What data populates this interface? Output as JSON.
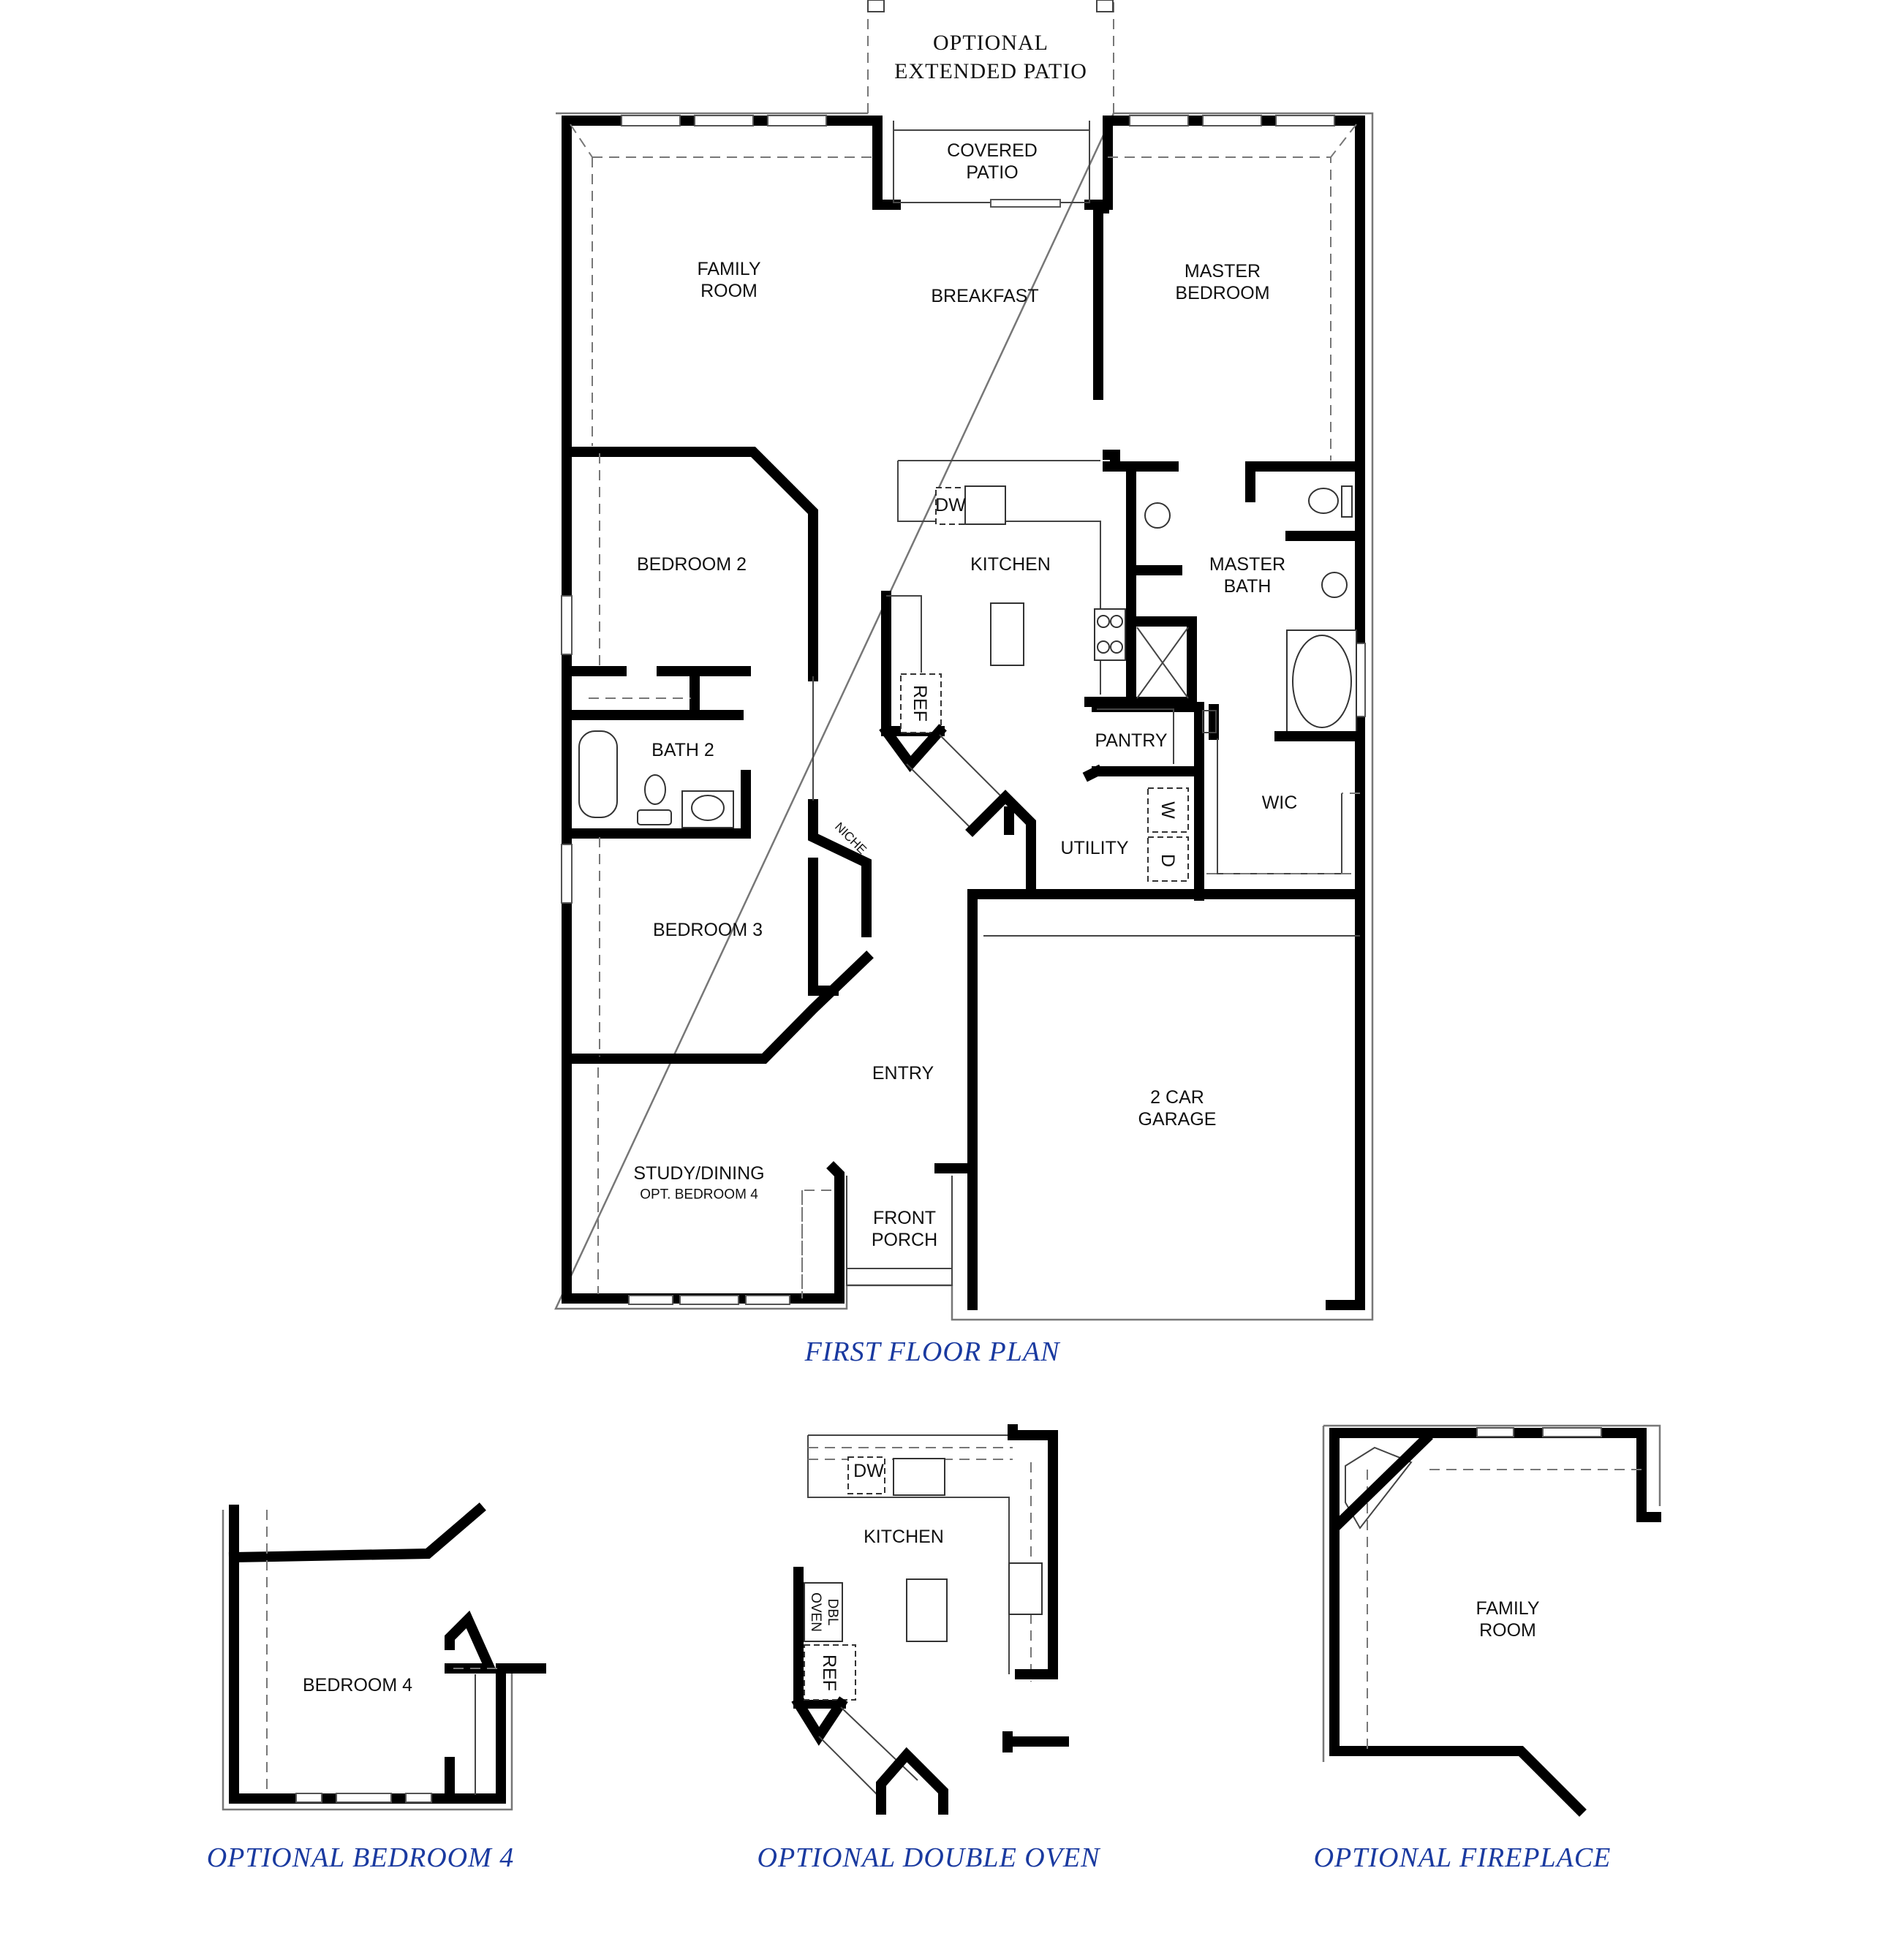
{
  "colors": {
    "title_blue": "#1a3aa0",
    "wall": "#000000",
    "line": "#444444"
  },
  "main_plan": {
    "title": "FIRST FLOOR PLAN",
    "rooms": {
      "optional_extended_patio": "OPTIONAL\nEXTENDED PATIO",
      "covered_patio": "COVERED\nPATIO",
      "family_room": "FAMILY\nROOM",
      "breakfast": "BREAKFAST",
      "master_bedroom": "MASTER\nBEDROOM",
      "kitchen": "KITCHEN",
      "master_bath": "MASTER\nBATH",
      "bedroom_2": "BEDROOM 2",
      "bath_2": "BATH 2",
      "pantry": "PANTRY",
      "wic": "WIC",
      "utility": "UTILITY",
      "bedroom_3": "BEDROOM 3",
      "entry": "ENTRY",
      "garage": "2 CAR\nGARAGE",
      "study_dining": "STUDY/DINING",
      "study_dining_sub": "OPT. BEDROOM 4",
      "front_porch": "FRONT\nPORCH"
    },
    "fixtures": {
      "dishwasher": "DW",
      "refrigerator": "REF",
      "washer": "W",
      "dryer": "D",
      "niche": "NICHE"
    }
  },
  "options": [
    {
      "title": "OPTIONAL BEDROOM 4",
      "room": "BEDROOM 4"
    },
    {
      "title": "OPTIONAL DOUBLE OVEN",
      "room": "KITCHEN",
      "fixtures": {
        "dishwasher": "DW",
        "double_oven": "DBL\nOVEN",
        "refrigerator": "REF"
      }
    },
    {
      "title": "OPTIONAL FIREPLACE",
      "room": "FAMILY\nROOM"
    }
  ]
}
